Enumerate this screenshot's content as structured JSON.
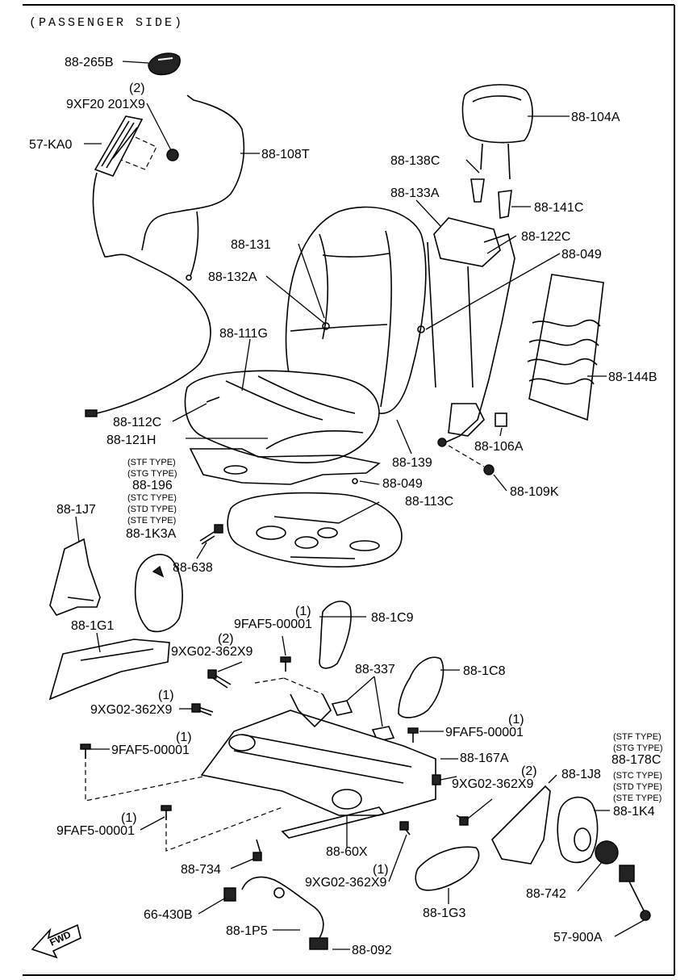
{
  "diagram": {
    "caption": "(PASSENGER SIDE)",
    "fwd_label": "FWD",
    "labels": [
      {
        "id": "88-265B",
        "text": "88-265B"
      },
      {
        "id": "9xf20-qty",
        "text": "(2)"
      },
      {
        "id": "9XF20",
        "text": "9XF20 201X9"
      },
      {
        "id": "57-KA0",
        "text": "57-KA0"
      },
      {
        "id": "88-108T",
        "text": "88-108T"
      },
      {
        "id": "88-104A",
        "text": "88-104A"
      },
      {
        "id": "88-138C",
        "text": "88-138C"
      },
      {
        "id": "88-133A",
        "text": "88-133A"
      },
      {
        "id": "88-141C",
        "text": "88-141C"
      },
      {
        "id": "88-122C",
        "text": "88-122C"
      },
      {
        "id": "88-049a",
        "text": "88-049"
      },
      {
        "id": "88-131",
        "text": "88-131"
      },
      {
        "id": "88-132A",
        "text": "88-132A"
      },
      {
        "id": "88-111G",
        "text": "88-111G"
      },
      {
        "id": "88-144B",
        "text": "88-144B"
      },
      {
        "id": "88-112C",
        "text": "88-112C"
      },
      {
        "id": "88-121H",
        "text": "88-121H"
      },
      {
        "id": "88-106A",
        "text": "88-106A"
      },
      {
        "id": "88-139",
        "text": "88-139"
      },
      {
        "id": "stf1",
        "text": "(STF TYPE)"
      },
      {
        "id": "stg1",
        "text": "(STG TYPE)"
      },
      {
        "id": "88-196",
        "text": "88-196"
      },
      {
        "id": "stc1",
        "text": "(STC TYPE)"
      },
      {
        "id": "std1",
        "text": "(STD TYPE)"
      },
      {
        "id": "ste1",
        "text": "(STE TYPE)"
      },
      {
        "id": "88-1K3A",
        "text": "88-1K3A"
      },
      {
        "id": "88-049b",
        "text": "88-049"
      },
      {
        "id": "88-109K",
        "text": "88-109K"
      },
      {
        "id": "88-1J7",
        "text": "88-1J7"
      },
      {
        "id": "88-113C",
        "text": "88-113C"
      },
      {
        "id": "88-638",
        "text": "88-638"
      },
      {
        "id": "88-1G1",
        "text": "88-1G1"
      },
      {
        "id": "9faf5a-qty",
        "text": "(1)"
      },
      {
        "id": "9FAF5a",
        "text": "9FAF5-00001"
      },
      {
        "id": "88-1C9",
        "text": "88-1C9"
      },
      {
        "id": "9xg02a-qty",
        "text": "(2)"
      },
      {
        "id": "9XG02a",
        "text": "9XG02-362X9"
      },
      {
        "id": "88-337",
        "text": "88-337"
      },
      {
        "id": "88-1C8",
        "text": "88-1C8"
      },
      {
        "id": "9xg02b-qty",
        "text": "(1)"
      },
      {
        "id": "9XG02b",
        "text": "9XG02-362X9"
      },
      {
        "id": "9faf5b-qty",
        "text": "(1)"
      },
      {
        "id": "9FAF5b",
        "text": "9FAF5-00001"
      },
      {
        "id": "9faf5c-qty",
        "text": "(1)"
      },
      {
        "id": "9FAF5c",
        "text": "9FAF5-00001"
      },
      {
        "id": "stf2",
        "text": "(STF TYPE)"
      },
      {
        "id": "stg2",
        "text": "(STG TYPE)"
      },
      {
        "id": "88-178C",
        "text": "88-178C"
      },
      {
        "id": "88-167A",
        "text": "88-167A"
      },
      {
        "id": "9xg02c-qty",
        "text": "(2)"
      },
      {
        "id": "9XG02c",
        "text": "9XG02-362X9"
      },
      {
        "id": "88-1J8",
        "text": "88-1J8"
      },
      {
        "id": "stc2",
        "text": "(STC TYPE)"
      },
      {
        "id": "std2",
        "text": "(STD TYPE)"
      },
      {
        "id": "ste2",
        "text": "(STE TYPE)"
      },
      {
        "id": "88-1K4",
        "text": "88-1K4"
      },
      {
        "id": "9faf5d-qty",
        "text": "(1)"
      },
      {
        "id": "9FAF5d",
        "text": "9FAF5-00001"
      },
      {
        "id": "88-60X",
        "text": "88-60X"
      },
      {
        "id": "88-734",
        "text": "88-734"
      },
      {
        "id": "9xg02d-qty",
        "text": "(1)"
      },
      {
        "id": "9XG02d",
        "text": "9XG02-362X9"
      },
      {
        "id": "66-430B",
        "text": "66-430B"
      },
      {
        "id": "88-742",
        "text": "88-742"
      },
      {
        "id": "88-1G3",
        "text": "88-1G3"
      },
      {
        "id": "88-1P5",
        "text": "88-1P5"
      },
      {
        "id": "57-900A",
        "text": "57-900A"
      },
      {
        "id": "88-092",
        "text": "88-092"
      }
    ]
  }
}
